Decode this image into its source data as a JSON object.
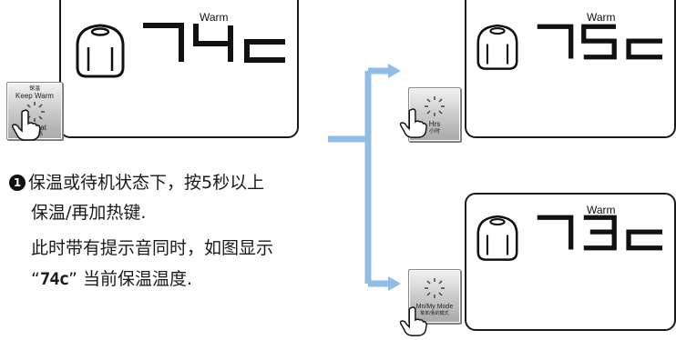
{
  "colors": {
    "arrow": "#8fbde6",
    "ink": "#1a1a1a",
    "button": "#c7c7c7"
  },
  "main_display": {
    "label": "Warm",
    "temperature": "74c"
  },
  "result_top": {
    "label": "Warm",
    "temperature": "75c"
  },
  "result_bottom": {
    "label": "Warm",
    "temperature": "73c"
  },
  "buttons": {
    "keep_warm": {
      "label_small": "保温",
      "label": "Keep Warm",
      "label_bottom": "Reheat",
      "label_bottom_small": "再加热"
    },
    "hrs": {
      "label": "Hrs",
      "label_small": "小时"
    },
    "menu": {
      "label": "Mn/My Mode",
      "label_small": "菜单/我的模式"
    }
  },
  "instruction": {
    "step": "1",
    "line1": "保温或待机状态下，按5秒以上",
    "line2": "保温/再加热键.",
    "line3": "此时带有提示音同时，如图显示",
    "line4_open": "“",
    "line4_code": "74c",
    "line4_close": "”",
    "line4_rest": "当前保温温度."
  }
}
